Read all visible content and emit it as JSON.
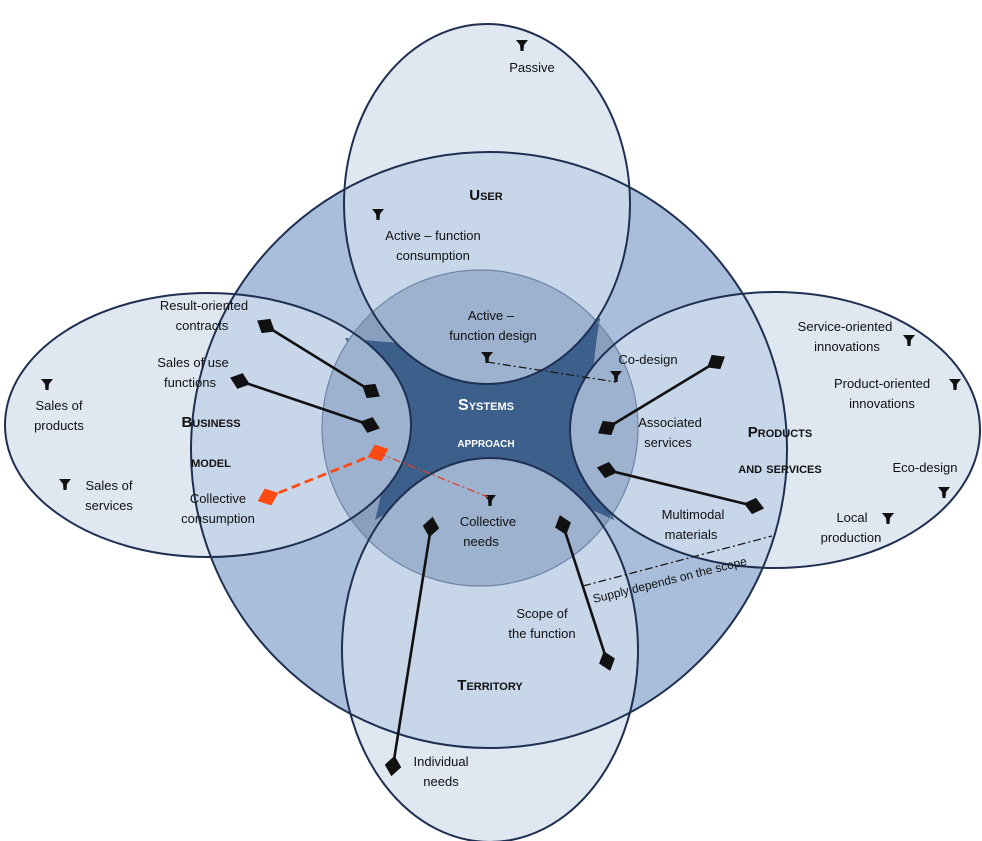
{
  "core": {
    "line1": "Systems",
    "line2": "approach"
  },
  "domains": {
    "user": "User",
    "business_model_1": "Business",
    "business_model_2": "model",
    "products_services_1": "Products",
    "products_services_2": "and services",
    "territory": "Territory"
  },
  "labels": {
    "passive": "Passive",
    "active_consumption_1": "Active – function",
    "active_consumption_2": "consumption",
    "active_design_1": "Active –",
    "active_design_2": "function design",
    "result_oriented_1": "Result-oriented",
    "result_oriented_2": "contracts",
    "sales_use_1": "Sales of use",
    "sales_use_2": "functions",
    "sales_products_1": "Sales of",
    "sales_products_2": "products",
    "sales_services_1": "Sales of",
    "sales_services_2": "services",
    "collective_consumption_1": "Collective",
    "collective_consumption_2": "consumption",
    "co_design": "Co-design",
    "associated_1": "Associated",
    "associated_2": "services",
    "service_innov_1": "Service-oriented",
    "service_innov_2": "innovations",
    "product_innov_1": "Product-oriented",
    "product_innov_2": "innovations",
    "eco_design": "Eco-design",
    "local_1": "Local",
    "local_2": "production",
    "multimodal_1": "Multimodal",
    "multimodal_2": "materials",
    "collective_needs_1": "Collective",
    "collective_needs_2": "needs",
    "scope_1": "Scope of",
    "scope_2": "the function",
    "individual_1": "Individual",
    "individual_2": "needs",
    "supply": "Supply depends on the scope"
  },
  "colors": {
    "outer_ellipse": "#dfe7f1",
    "big_circle": "#a9bedb",
    "mid_circle": "#8a9fbe",
    "core": "#3c5f8c",
    "overlap_light": "#c8d6ea",
    "outline": "#1e2f52",
    "red_arrow": "#ff4a12"
  },
  "icons": [
    "pin-marker-icon"
  ]
}
